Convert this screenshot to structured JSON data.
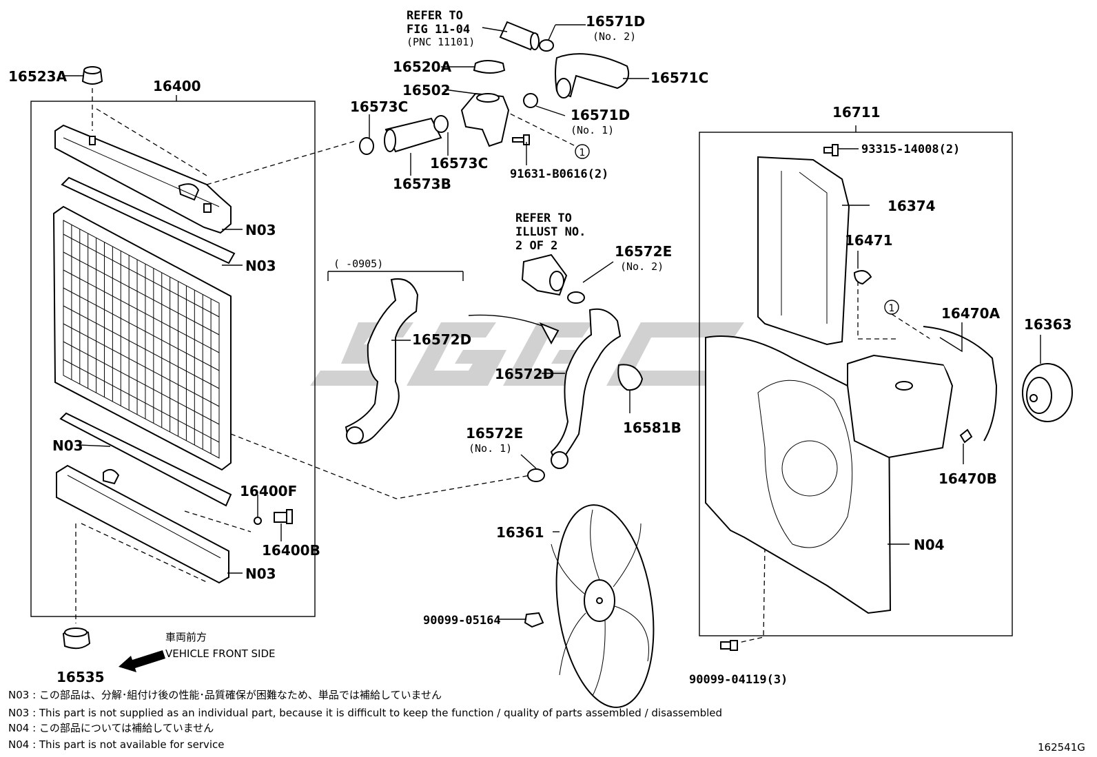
{
  "diagram_code": "162541G",
  "watermark": "SGC",
  "labels": {
    "p16523A": "16523A",
    "p16400": "16400",
    "p16535": "16535",
    "p16400F": "16400F",
    "p16400B": "16400B",
    "n03_a": "N03",
    "n03_b": "N03",
    "n03_c": "N03",
    "n03_d": "N03",
    "p16520A": "16520A",
    "p16502": "16502",
    "p16573C_a": "16573C",
    "p16573C_b": "16573C",
    "p16573B": "16573B",
    "p91631": "91631-B0616(2)",
    "p16571D_a": "16571D",
    "p16571D_b": "16571D",
    "p16571C": "16571C",
    "p16572D_a": "16572D",
    "p16572D_b": "16572D",
    "p16572E_a": "16572E",
    "p16572E_b": "16572E",
    "p16581B": "16581B",
    "p16361": "16361",
    "p90099_05164": "90099-05164",
    "p16711": "16711",
    "p93315": "93315-14008(2)",
    "p16374": "16374",
    "p16471": "16471",
    "p16470A": "16470A",
    "p16470B": "16470B",
    "p16363": "16363",
    "n04": "N04",
    "p90099_04119": "90099-04119(3)"
  },
  "sublabels": {
    "no2_top": "(No. 2)",
    "no1_top": "(No. 1)",
    "no2_mid": "(No. 2)",
    "no1_mid": "(No. 1)",
    "range": "(      -0905)"
  },
  "refer1": {
    "l1": "REFER TO",
    "l2": "FIG 11-04",
    "l3": "(PNC 11101)"
  },
  "refer2": {
    "l1": "REFER TO",
    "l2": "ILLUST NO.",
    "l3": "2 OF 2"
  },
  "circle_mark": "1",
  "front": {
    "jp": "車両前方",
    "en": "VEHICLE FRONT SIDE"
  },
  "notes": [
    "N03 : この部品は、分解･組付け後の性能･品質確保が困難なため、単品では補給していません",
    "N03 : This part is not supplied as an individual part, because it is difficult to keep the function / quality of parts assembled / disassembled",
    "N04 : この部品については補給していません",
    "N04 : This part is not available for service"
  ]
}
